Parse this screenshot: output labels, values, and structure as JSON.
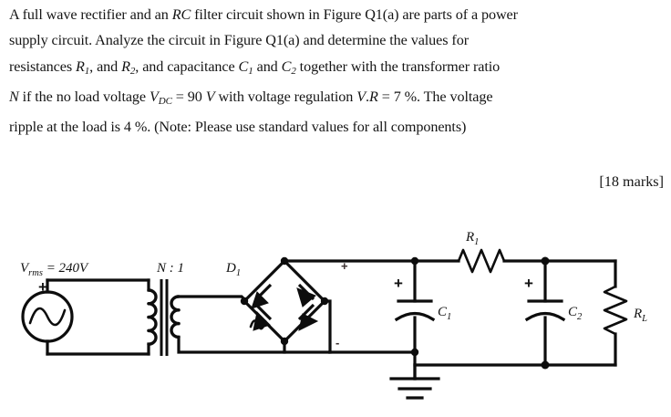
{
  "document": {
    "type": "exam-question",
    "marks": "[18 marks]",
    "question_lines": [
      {
        "id": "line1",
        "parts": [
          {
            "t": "A full wave rectifier and an ",
            "style": "normal"
          },
          {
            "t": "RC",
            "style": "italic"
          },
          {
            "t": " filter circuit shown in Figure Q1(a) are parts of a power",
            "style": "normal"
          }
        ]
      },
      {
        "id": "line2",
        "parts": [
          {
            "t": "supply circuit.    Analyze the circuit in Figure Q1(a) and determine the values for",
            "style": "normal"
          }
        ]
      },
      {
        "id": "line3",
        "parts": [
          {
            "t": "resistances ",
            "style": "normal"
          },
          {
            "t": "R",
            "style": "italic"
          },
          {
            "t": "1",
            "style": "sub"
          },
          {
            "t": ", and ",
            "style": "normal"
          },
          {
            "t": "R",
            "style": "italic"
          },
          {
            "t": "2",
            "style": "sub"
          },
          {
            "t": ", and capacitance ",
            "style": "normal"
          },
          {
            "t": "C",
            "style": "italic"
          },
          {
            "t": "1",
            "style": "sub"
          },
          {
            "t": " and ",
            "style": "normal"
          },
          {
            "t": "C",
            "style": "italic"
          },
          {
            "t": "2",
            "style": "sub"
          },
          {
            "t": " together with the transformer ratio",
            "style": "normal"
          }
        ]
      },
      {
        "id": "line4",
        "parts": [
          {
            "t": "N",
            "style": "italic"
          },
          {
            "t": " if the no load voltage ",
            "style": "normal"
          },
          {
            "t": "V",
            "style": "italic"
          },
          {
            "t": "DC",
            "style": "sub"
          },
          {
            "t": " = 90 ",
            "style": "normal"
          },
          {
            "t": "V",
            "style": "italic"
          },
          {
            "t": " with voltage regulation ",
            "style": "normal"
          },
          {
            "t": "V",
            "style": "italic"
          },
          {
            "t": ".",
            "style": "normal"
          },
          {
            "t": "R",
            "style": "italic"
          },
          {
            "t": " =  7 %.  The voltage",
            "style": "normal"
          }
        ]
      },
      {
        "id": "line5",
        "parts": [
          {
            "t": "ripple at the load is 4 %. (Note: Please use standard values for all components)",
            "style": "normal"
          }
        ]
      }
    ]
  },
  "circuit": {
    "figure_ref": "Figure Q1(a)",
    "labels": {
      "source_voltage": "V",
      "source_voltage_sub": "rms",
      "source_voltage_value": " = 240V",
      "turns_ratio": "N : 1",
      "diode_label": "D",
      "diode_label_sub": "1",
      "resistor_series": "R",
      "resistor_series_sub": "1",
      "cap_one": "C",
      "cap_one_sub": "1",
      "cap_two": "C",
      "cap_two_sub": "2",
      "load_resistor": "R",
      "load_resistor_sub": "L",
      "plus_sign": "+",
      "minus_sign": "-"
    },
    "components": [
      {
        "name": "ac-voltage-source",
        "value": "240V rms"
      },
      {
        "name": "transformer",
        "value": "N : 1"
      },
      {
        "name": "bridge-rectifier",
        "value": "D1 (4 diodes)"
      },
      {
        "name": "capacitor-c1",
        "value": "C1"
      },
      {
        "name": "resistor-r1",
        "value": "R1"
      },
      {
        "name": "capacitor-c2",
        "value": "C2"
      },
      {
        "name": "load-resistor",
        "value": "RL"
      },
      {
        "name": "ground",
        "value": "earth"
      }
    ],
    "colors": {
      "wire": "#0d0d0d",
      "background": "#ffffff",
      "text": "#151515"
    }
  }
}
